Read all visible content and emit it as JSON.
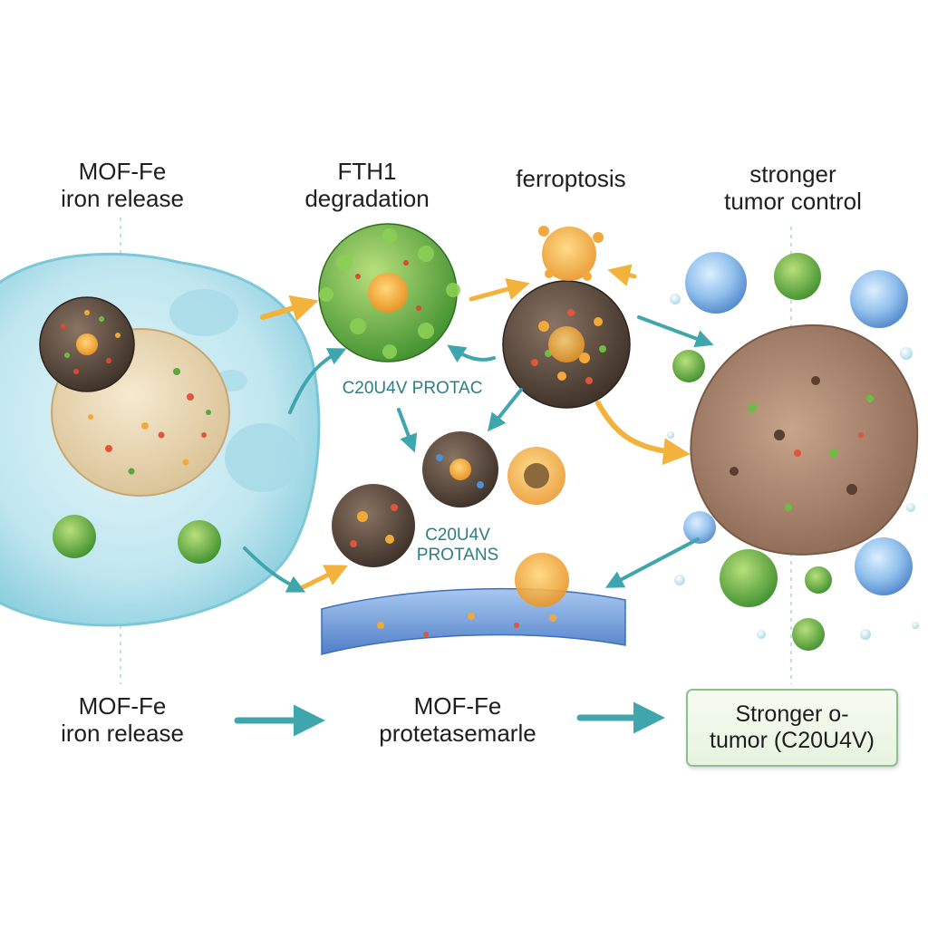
{
  "labels": {
    "stage1_title": [
      "MOF-Fe",
      "iron release"
    ],
    "stage2_title": [
      "FTH1",
      "degradation"
    ],
    "stage3_title": "ferroptosis",
    "stage4_title": [
      "stronger",
      "tumor control"
    ],
    "protac_top": "C20U4V PROTAC",
    "protac_mid": [
      "C20U4V",
      "PROTANS"
    ],
    "bottom_left": [
      "MOF-Fe",
      "iron release"
    ],
    "bottom_mid": [
      "MOF-Fe",
      "protetasemarle"
    ],
    "bottom_right_box": [
      "Stronger o-",
      "tumor (C20U4V)"
    ]
  },
  "colors": {
    "cell_blue": "#bfe6ef",
    "cell_edge": "#7cc7d8",
    "nucleus_tan": "#e8d6ac",
    "green_particle": "#7cc24a",
    "orange_core": "#f2a93b",
    "dark_particle": "#5a4a3c",
    "tumor_brown": "#a98670",
    "blue_sphere": "#4f8fd6",
    "proteasome_blue": "#6f9fdc",
    "arrow_teal": "#3fa6ae",
    "arrow_orange": "#f2b23c",
    "box_border": "#8ac08e"
  },
  "icons": [
    "mof-fe-particle-icon",
    "ferritin-cluster-icon",
    "ferroptotic-cell-icon",
    "tumor-mass-icon",
    "proteasome-icon"
  ]
}
